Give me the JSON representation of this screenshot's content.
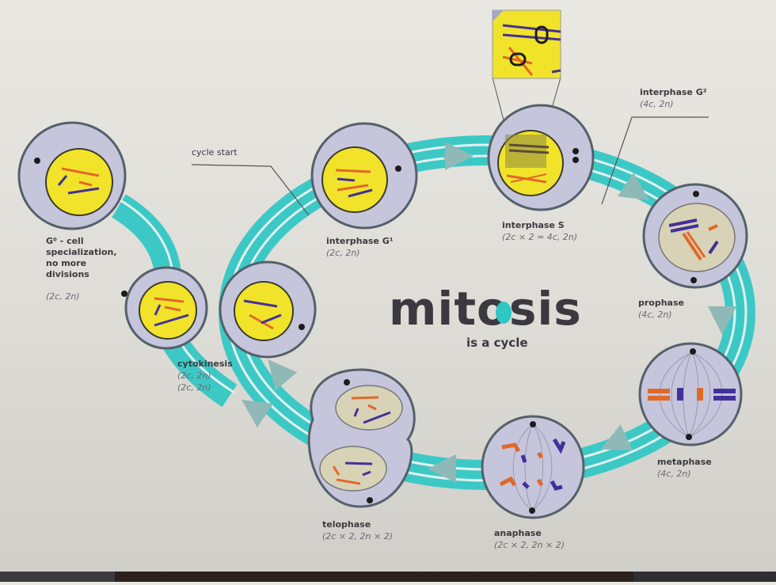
{
  "title": {
    "word": "mitosis",
    "subtitle": "is a cycle",
    "accent_color": "#2fc6c4"
  },
  "colors": {
    "ring": "#3cc9c6",
    "ring_stripe": "#e8f3f1",
    "cell_membrane": "#c5c6dc",
    "cell_outline": "#55606a",
    "nucleus_yellow": "#f1e32a",
    "nucleus_beige": "#d8d3b6",
    "chromosome_orange": "#e0692a",
    "chromosome_purple": "#43309a",
    "centrosome": "#1c1c1c"
  },
  "stages": [
    {
      "id": "g0",
      "label": "G⁰ - cell specialization, no more divisions",
      "lines": [
        "G⁰ - cell",
        "specialization,",
        "no more",
        "divisions"
      ],
      "formula": "(2c, 2n)"
    },
    {
      "id": "cycle-start",
      "label": "cycle start"
    },
    {
      "id": "g1",
      "label": "interphase G¹",
      "formula": "(2c, 2n)"
    },
    {
      "id": "s",
      "label": "interphase S",
      "formula": "(2c × 2 = 4c, 2n)"
    },
    {
      "id": "g2",
      "label": "interphase G²",
      "formula": "(4c, 2n)"
    },
    {
      "id": "prophase",
      "label": "prophase",
      "formula": "(4c, 2n)"
    },
    {
      "id": "metaphase",
      "label": "metaphase",
      "formula": "(4c, 2n)"
    },
    {
      "id": "anaphase",
      "label": "anaphase",
      "formula": "(2c × 2, 2n × 2)"
    },
    {
      "id": "telophase",
      "label": "telophase",
      "formula": "(2c × 2, 2n × 2)"
    },
    {
      "id": "cytokinesis",
      "label": "cytokinesis",
      "formula": "(2c, 2n)",
      "formula2": "(2c, 2n)"
    }
  ]
}
